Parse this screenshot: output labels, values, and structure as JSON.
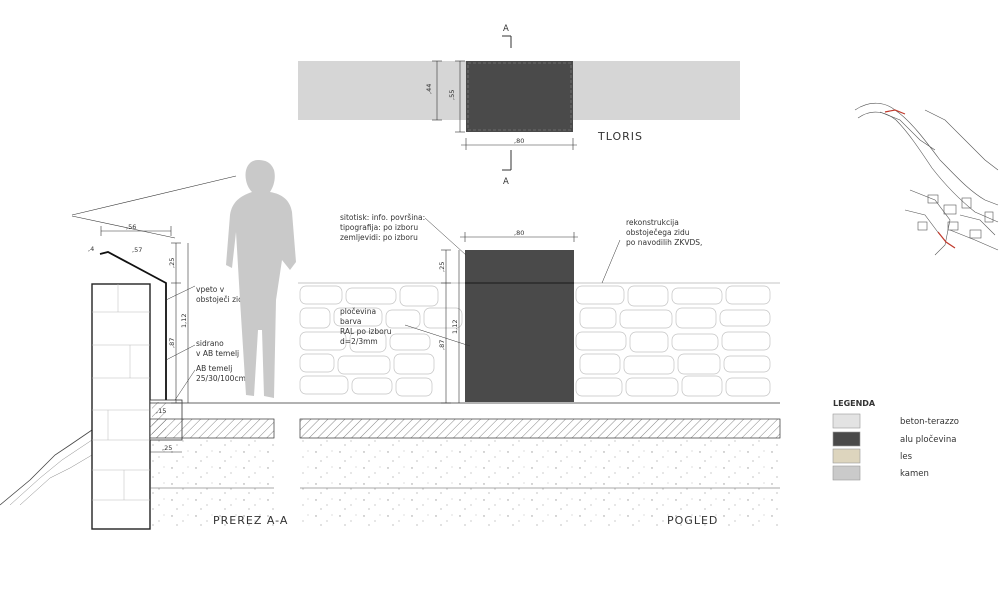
{
  "colors": {
    "concrete": "#e3e3e3",
    "aluminium": "#4a4a4a",
    "wood": "#ddd5be",
    "stone": "#cacaca",
    "line": "#333333"
  },
  "plan": {
    "section_marker": "A",
    "title": "TLORIS",
    "dim_width": ",80",
    "dim_depth_inner": ",44",
    "dim_depth_outer": ",55"
  },
  "section": {
    "title": "PREREZ A-A",
    "dim_top": ",56",
    "dim_slope": ",57",
    "dim_edge": ",4",
    "dim_upper": ",25",
    "dim_total": "1,12",
    "dim_lower": ",87",
    "dim_base_h": ",15",
    "dim_base_w": ",25",
    "notes": [
      [
        "vpeto v",
        "obstoječi zid"
      ],
      [
        "sidrano",
        "v AB temelj"
      ],
      [
        "AB temelj",
        "25/30/100cm"
      ]
    ]
  },
  "elevation": {
    "title": "POGLED",
    "dim_width": ",80",
    "dim_upper": ",25",
    "dim_total": "1,12",
    "dim_lower": ",87",
    "note_print": [
      "sitotisk: info. površina:",
      "tipografija: po izboru",
      "zemljevidi: po izboru"
    ],
    "note_sheet": [
      "pločevina",
      "barva",
      "RAL po izboru",
      "d=2/3mm"
    ],
    "note_wall": [
      "rekonstrukcija",
      "obstoječega zidu",
      "po navodilih ZKVDS,"
    ]
  },
  "legend": {
    "title": "LEGENDA",
    "items": [
      {
        "label": "beton-terazzo",
        "color": "#e3e3e3"
      },
      {
        "label": "alu pločevina",
        "color": "#4a4a4a"
      },
      {
        "label": "les",
        "color": "#ddd5be"
      },
      {
        "label": "kamen",
        "color": "#cacaca"
      }
    ]
  }
}
